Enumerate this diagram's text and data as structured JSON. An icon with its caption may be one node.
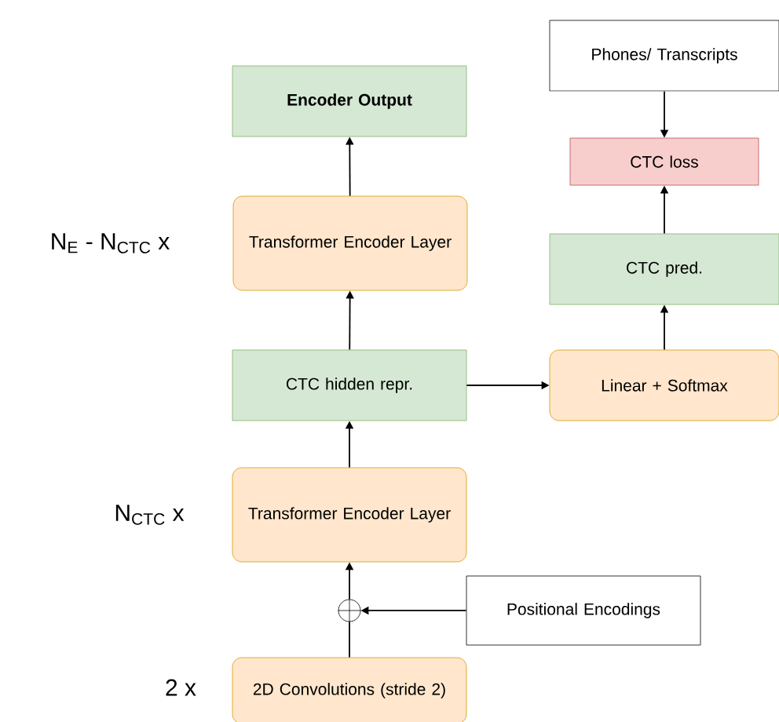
{
  "diagram": {
    "nodes": [
      {
        "text": [
          "Encoder Output"
        ]
      },
      {
        "text": [
          "Transformer Encoder Layer"
        ]
      },
      {
        "text": [
          "CTC hidden repr."
        ]
      },
      {
        "text": [
          "Transformer Encoder Layer"
        ]
      },
      {
        "text": [],
        "shape": "circle"
      },
      {
        "text": [
          "2D Convolutions (stride 2)"
        ]
      },
      {
        "text": [
          "Positional Encodings"
        ]
      },
      {
        "text": [
          "Phones/ Transcripts"
        ]
      },
      {
        "text": [
          "CTC loss"
        ]
      },
      {
        "text": [
          "CTC pred."
        ]
      },
      {
        "text": [
          "Linear + Softmax"
        ]
      }
    ],
    "edges": [
      {
        "from": 1,
        "to": 0,
        "arrow": "to"
      },
      {
        "from": 2,
        "to": 1,
        "arrow": "to"
      },
      {
        "from": 3,
        "to": 2,
        "arrow": "to"
      },
      {
        "from": 5,
        "to": 4,
        "arrow": "none"
      },
      {
        "from": 4,
        "to": 3,
        "arrow": "to"
      },
      {
        "from": 6,
        "to": 4,
        "arrow": "to"
      },
      {
        "from": 2,
        "to": 10,
        "arrow": "to"
      },
      {
        "from": 10,
        "to": 9,
        "arrow": "to"
      },
      {
        "from": 9,
        "to": 8,
        "arrow": "to"
      },
      {
        "from": 7,
        "to": 8,
        "arrow": "to"
      }
    ],
    "labels": [
      "N$_{E}$ - N$_{CTC}$ x",
      "N$_{CTC}$ x",
      "2 x"
    ]
  }
}
